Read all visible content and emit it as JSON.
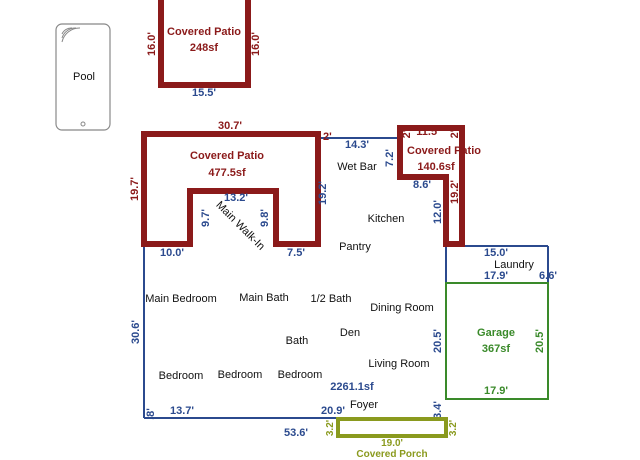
{
  "colors": {
    "house_outline": "#2b4a8e",
    "patio": "#8b1a1a",
    "garage": "#3a8a2a",
    "porch": "#8a9a1e",
    "pool_outline": "#888888"
  },
  "pool": {
    "label": "Pool",
    "icon": "pool-icon"
  },
  "patio_top": {
    "label": "Covered Patio",
    "area": "248sf",
    "dim_left": "16.0'",
    "dim_right": "16.0'",
    "dim_bottom": "15.5'"
  },
  "patio_main": {
    "label": "Covered Patio",
    "area": "477.5sf",
    "dim_top": "30.7'",
    "dim_left": "19.7'",
    "dim_inner_top": "13.2'",
    "dim_inner_left": "9.7'",
    "dim_inner_right": "9.8'",
    "dim_right": "19.2'",
    "dim_bottom_left": "10.0'",
    "dim_bottom_right": "7.5'",
    "dim_corner": "2'"
  },
  "patio_right": {
    "label": "Covered Patio",
    "area": "140.6sf",
    "dim_top": "11.5'",
    "dim_left": "7.2'",
    "dim_small_left": "2'",
    "dim_small_right": "2'",
    "dim_inner": "8.6'",
    "dim_inner_right": "12.0'",
    "dim_right": "19.2'"
  },
  "house": {
    "area": "2261.1sf",
    "dim_top_mid": "14.3'",
    "dim_left": "30.6'",
    "dim_bottom": "53.6'",
    "dim_bottom_left": "13.7'",
    "dim_bottom_right": "20.9'",
    "dim_bottom_corner": ".8'",
    "dim_laundry_top": "15.0'",
    "dim_laundry_bottom": "17.9'",
    "dim_laundry_right": "6.6'",
    "dim_garage_left": "20.5'",
    "dim_foyer_right": "3.4'"
  },
  "rooms": {
    "wet_bar": "Wet Bar",
    "main_walk_in": "Main Walk-In",
    "kitchen": "Kitchen",
    "pantry": "Pantry",
    "laundry": "Laundry",
    "main_bedroom": "Main Bedroom",
    "main_bath": "Main Bath",
    "half_bath": "1/2 Bath",
    "dining_room": "Dining Room",
    "den": "Den",
    "bath": "Bath",
    "living_room": "Living Room",
    "bedroom_1": "Bedroom",
    "bedroom_2": "Bedroom",
    "bedroom_3": "Bedroom",
    "foyer": "Foyer"
  },
  "garage": {
    "label": "Garage",
    "area": "367sf",
    "dim_right": "20.5'",
    "dim_bottom": "17.9'"
  },
  "porch": {
    "label": "Covered Porch",
    "dim_top": "19.0'",
    "dim_left": "3.2'",
    "dim_right": "3.2'"
  }
}
